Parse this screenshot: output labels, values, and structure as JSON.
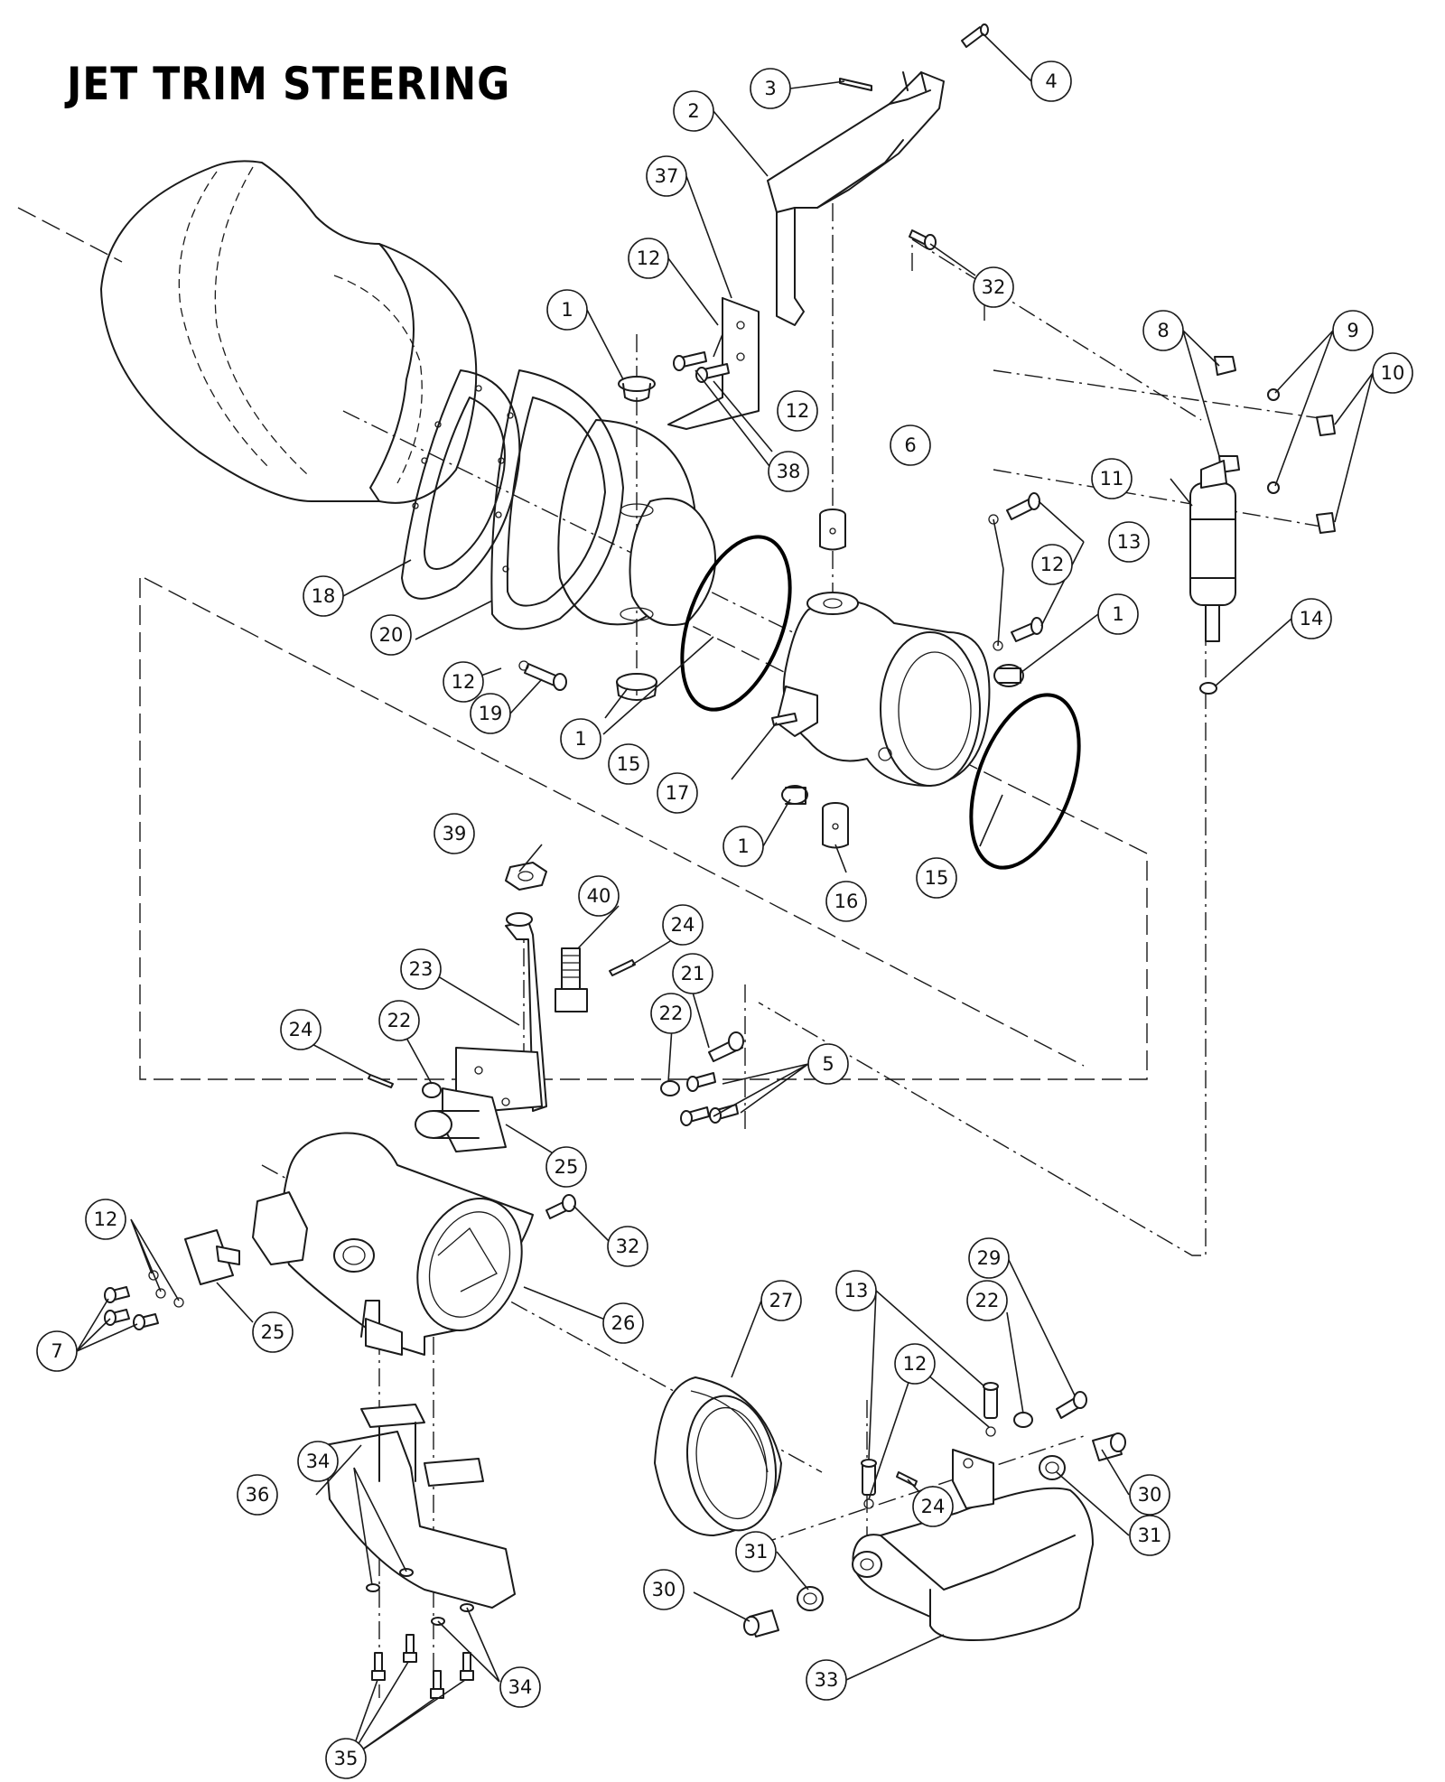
{
  "title": "JET TRIM STEERING",
  "callouts": [
    {
      "id": "c1a",
      "label": "1"
    },
    {
      "id": "c1b",
      "label": "1"
    },
    {
      "id": "c1c",
      "label": "1"
    },
    {
      "id": "c1d",
      "label": "1"
    },
    {
      "id": "c2",
      "label": "2"
    },
    {
      "id": "c3",
      "label": "3"
    },
    {
      "id": "c4",
      "label": "4"
    },
    {
      "id": "c5",
      "label": "5"
    },
    {
      "id": "c6",
      "label": "6"
    },
    {
      "id": "c7",
      "label": "7"
    },
    {
      "id": "c8",
      "label": "8"
    },
    {
      "id": "c9",
      "label": "9"
    },
    {
      "id": "c10",
      "label": "10"
    },
    {
      "id": "c11",
      "label": "11"
    },
    {
      "id": "c12a",
      "label": "12"
    },
    {
      "id": "c12b",
      "label": "12"
    },
    {
      "id": "c12c",
      "label": "12"
    },
    {
      "id": "c12d",
      "label": "12"
    },
    {
      "id": "c12e",
      "label": "12"
    },
    {
      "id": "c12f",
      "label": "12"
    },
    {
      "id": "c13a",
      "label": "13"
    },
    {
      "id": "c13b",
      "label": "13"
    },
    {
      "id": "c14",
      "label": "14"
    },
    {
      "id": "c15a",
      "label": "15"
    },
    {
      "id": "c15b",
      "label": "15"
    },
    {
      "id": "c16",
      "label": "16"
    },
    {
      "id": "c17",
      "label": "17"
    },
    {
      "id": "c18",
      "label": "18"
    },
    {
      "id": "c19",
      "label": "19"
    },
    {
      "id": "c20",
      "label": "20"
    },
    {
      "id": "c21",
      "label": "21"
    },
    {
      "id": "c22a",
      "label": "22"
    },
    {
      "id": "c22b",
      "label": "22"
    },
    {
      "id": "c22c",
      "label": "22"
    },
    {
      "id": "c23",
      "label": "23"
    },
    {
      "id": "c24a",
      "label": "24"
    },
    {
      "id": "c24b",
      "label": "24"
    },
    {
      "id": "c24c",
      "label": "24"
    },
    {
      "id": "c25a",
      "label": "25"
    },
    {
      "id": "c25b",
      "label": "25"
    },
    {
      "id": "c26",
      "label": "26"
    },
    {
      "id": "c27",
      "label": "27"
    },
    {
      "id": "c29",
      "label": "29"
    },
    {
      "id": "c30a",
      "label": "30"
    },
    {
      "id": "c30b",
      "label": "30"
    },
    {
      "id": "c31a",
      "label": "31"
    },
    {
      "id": "c31b",
      "label": "31"
    },
    {
      "id": "c32a",
      "label": "32"
    },
    {
      "id": "c32b",
      "label": "32"
    },
    {
      "id": "c33",
      "label": "33"
    },
    {
      "id": "c34a",
      "label": "34"
    },
    {
      "id": "c34b",
      "label": "34"
    },
    {
      "id": "c35",
      "label": "35"
    },
    {
      "id": "c36",
      "label": "36"
    },
    {
      "id": "c37",
      "label": "37"
    },
    {
      "id": "c38",
      "label": "38"
    },
    {
      "id": "c39",
      "label": "39"
    },
    {
      "id": "c40",
      "label": "40"
    }
  ]
}
